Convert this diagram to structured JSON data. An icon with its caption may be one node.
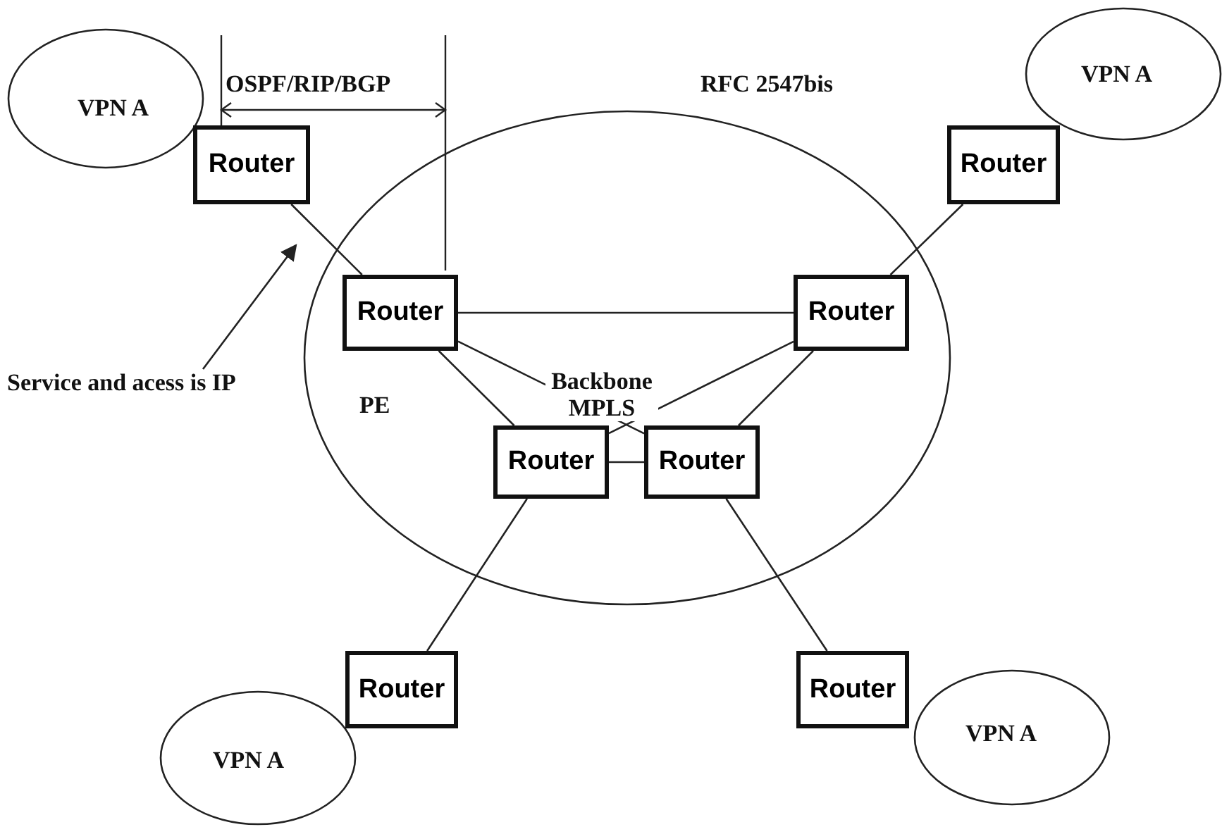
{
  "diagram": {
    "nodes": [
      {
        "text": [
          "VPN A"
        ]
      },
      {
        "text": [
          "Router"
        ]
      },
      {
        "text": [
          "PE",
          "Backbone MPLS"
        ]
      },
      {
        "text": [
          "Router"
        ],
        "in": 2
      },
      {
        "text": [
          "Router"
        ],
        "in": 2
      },
      {
        "text": [
          "Router"
        ],
        "in": 2
      },
      {
        "text": [
          "Router"
        ],
        "in": 2
      },
      {
        "text": [
          "VPN A"
        ]
      },
      {
        "text": [
          "Router"
        ]
      },
      {
        "text": [
          "Service and acess is IP"
        ]
      },
      {
        "text": [
          "Router"
        ]
      },
      {
        "text": [
          "Router"
        ]
      },
      {
        "text": [
          "VPN A"
        ]
      },
      {
        "text": [
          "VPN A"
        ]
      }
    ],
    "edges": [
      {
        "from": 1,
        "to": 3,
        "arrow": "none"
      },
      {
        "from": 8,
        "to": 4,
        "arrow": "none"
      },
      {
        "from": 3,
        "to": 4,
        "arrow": "none"
      },
      {
        "from": 3,
        "to": 5,
        "arrow": "none"
      },
      {
        "from": 3,
        "to": 6,
        "arrow": "none"
      },
      {
        "from": 4,
        "to": 5,
        "arrow": "none"
      },
      {
        "from": 4,
        "to": 6,
        "arrow": "none"
      },
      {
        "from": 5,
        "to": 6,
        "arrow": "none"
      },
      {
        "from": 5,
        "to": 10,
        "arrow": "none"
      },
      {
        "from": 6,
        "to": 11,
        "arrow": "none"
      },
      {
        "from": 9,
        "to": null,
        "arrow": "to"
      }
    ],
    "labels": [
      "OSPF/RIP/BGP",
      "RFC 2547bis"
    ]
  }
}
